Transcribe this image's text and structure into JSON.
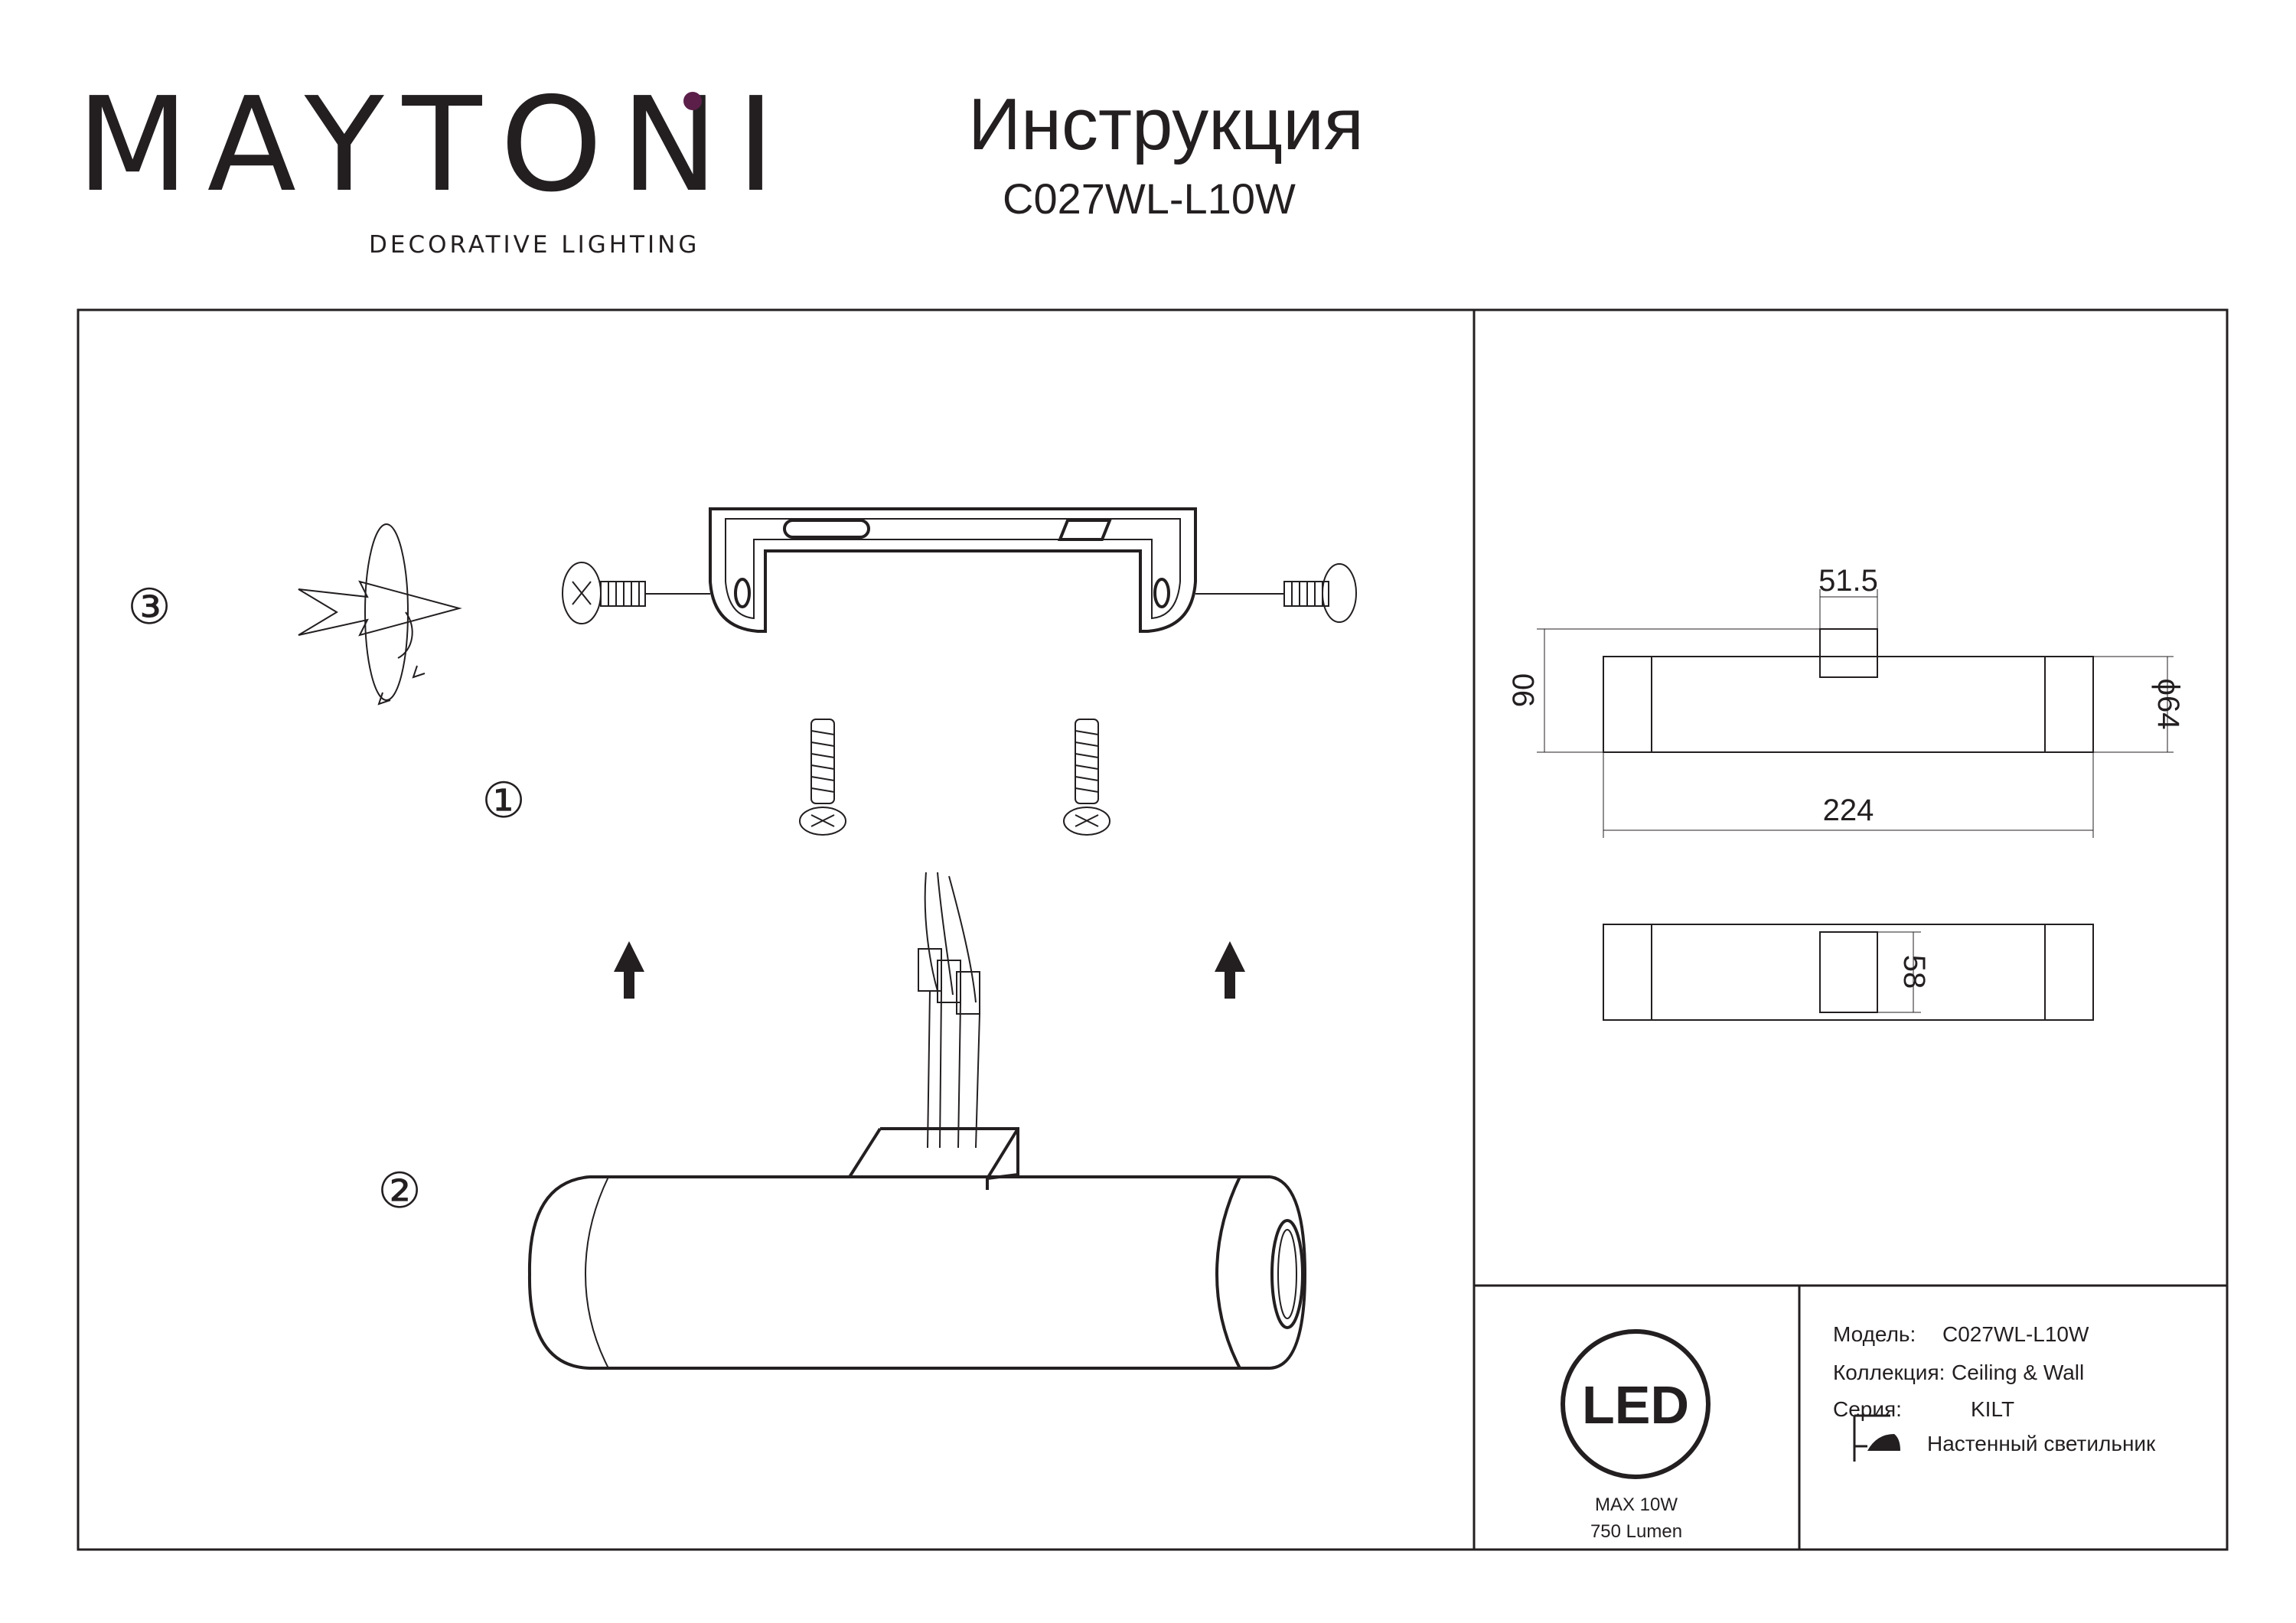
{
  "brand": {
    "name_part1": "M",
    "name_part2": "AYTON",
    "name_part3": "I",
    "tagline": "DECORATIVE LIGHTING",
    "accent_color": "#5b1f4a"
  },
  "document": {
    "title": "Инструкция",
    "model_code": "C027WL-L10W"
  },
  "assembly": {
    "step1": "①",
    "step2": "②",
    "step3": "③",
    "icons": [
      "rotate-screw-icon",
      "mounting-bracket",
      "screw-icon",
      "wall-anchor-screw-icon",
      "arrow-up-icon",
      "terminal-block-icon",
      "fixture-cylinder"
    ]
  },
  "dimensions": {
    "width_top": "51.5",
    "height": "90",
    "diameter": "ϕ64",
    "length": "224",
    "base": "58"
  },
  "led_badge": {
    "label": "LED",
    "max_power": "MAX 10W",
    "lumen": "750 Lumen"
  },
  "specs": {
    "model_label": "Модель:",
    "model_value": "C027WL-L10W",
    "collection_label": "Коллекция:",
    "collection_value": "Ceiling & Wall",
    "series_label": "Серия:",
    "series_value": "KILT",
    "type_value": "Настенный светильник",
    "type_icon": "wall-lamp-icon"
  }
}
